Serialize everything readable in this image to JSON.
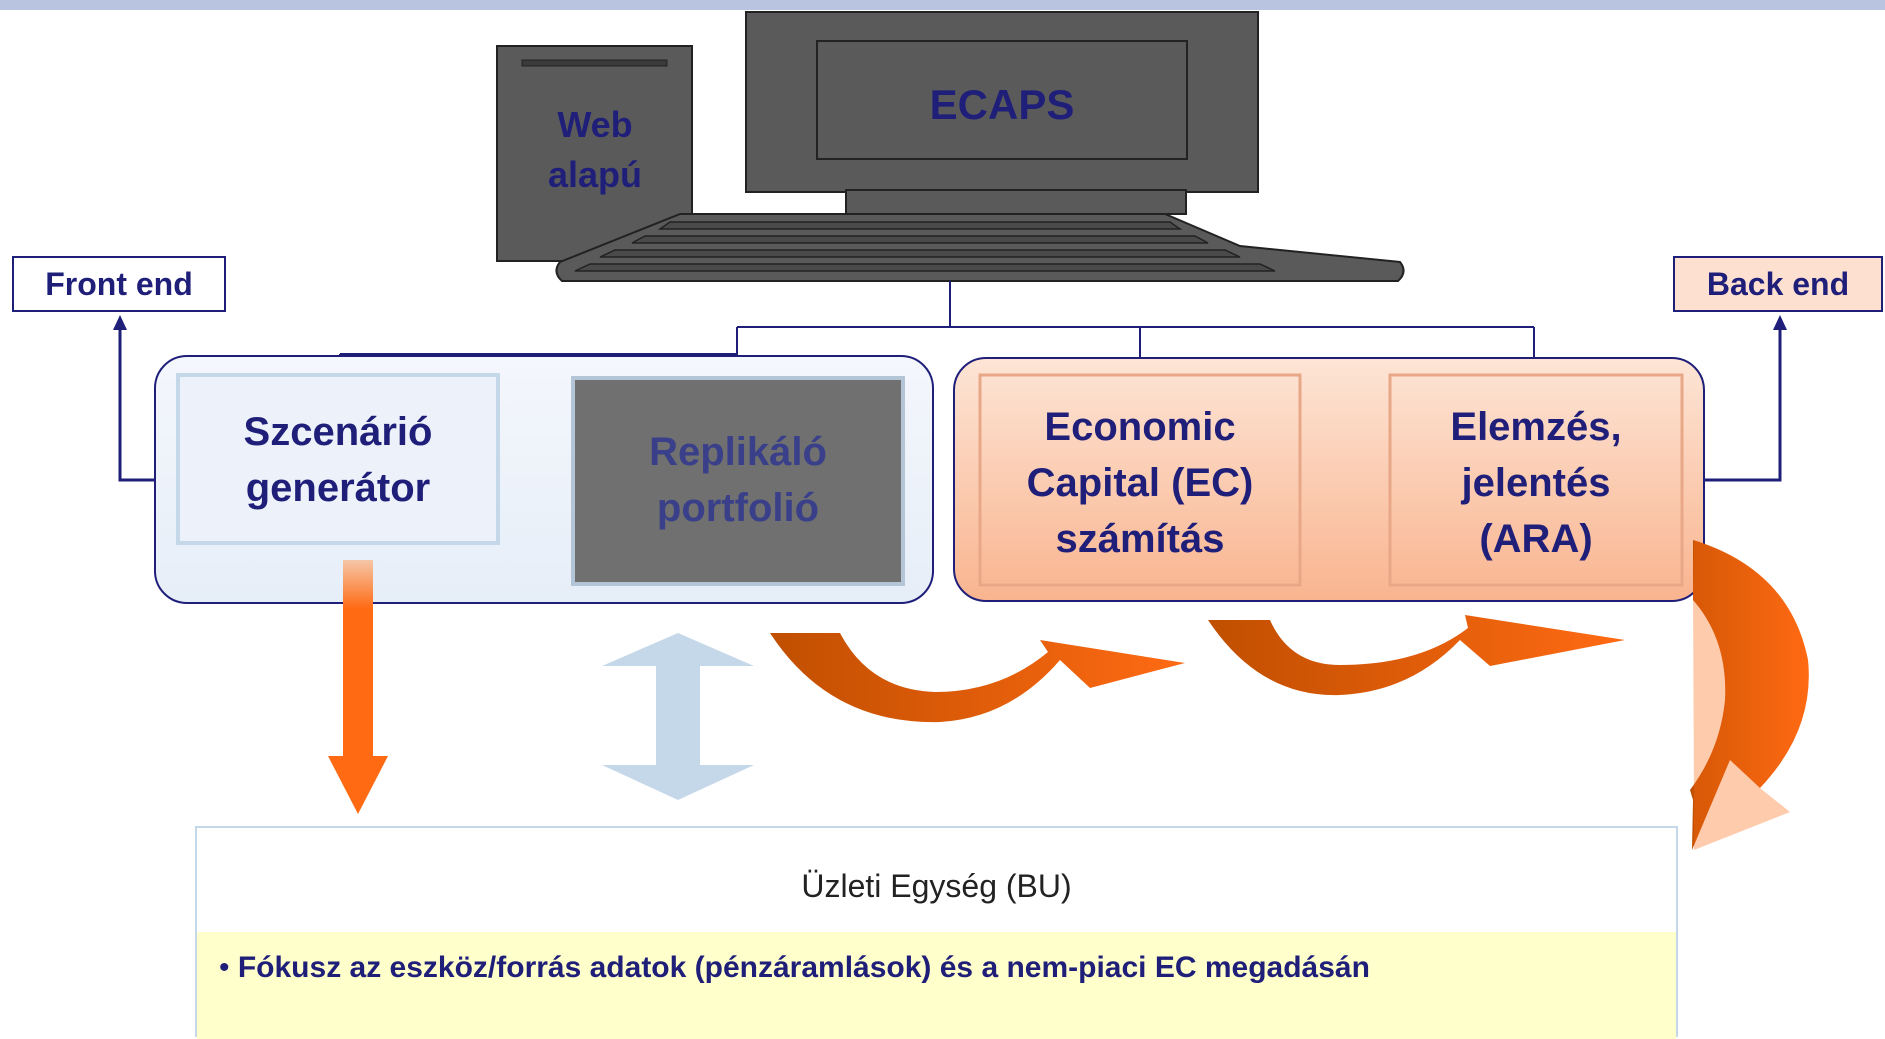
{
  "computer": {
    "screen_label": "ECAPS",
    "tower_label_line1": "Web",
    "tower_label_line2": "alapú"
  },
  "front_end": {
    "label": "Front end",
    "color": "#ffffff"
  },
  "back_end": {
    "label": "Back end",
    "color": "#fde0d0"
  },
  "modules": {
    "scenario": {
      "line1": "Szcenárió",
      "line2": "generátor"
    },
    "replicating": {
      "line1": "Replikáló",
      "line2": "portfolió"
    },
    "economic_capital": {
      "line1": "Economic",
      "line2": "Capital (EC)",
      "line3": "számítás"
    },
    "analysis": {
      "line1": "Elemzés,",
      "line2": "jelentés",
      "line3": "(ARA)"
    }
  },
  "business_unit": {
    "title": "Üzleti Egység (BU)",
    "bullet": "Fókusz az eszköz/forrás adatok (pénzáramlások) és a nem-piaci EC megadásán"
  },
  "colors": {
    "navy": "#1f1f7a",
    "orange": "#ff6a13",
    "dark_orange": "#cc5500",
    "light_blue": "#c5d8ea",
    "peach": "#fcd0b8"
  }
}
